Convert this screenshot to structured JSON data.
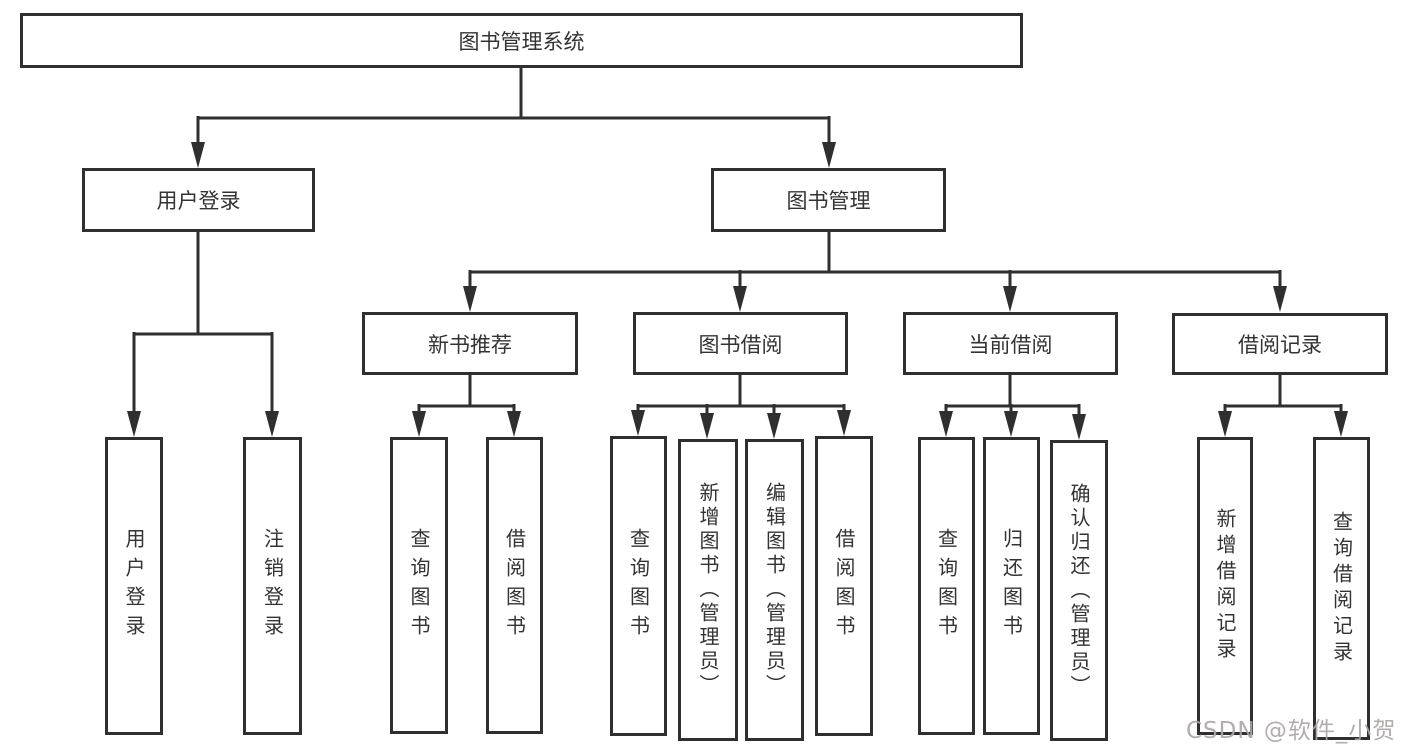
{
  "diagram": {
    "root": {
      "label": "图书管理系统"
    },
    "children": [
      {
        "label": "用户登录",
        "children": [
          {
            "label": "用户登录"
          },
          {
            "label": "注销登录"
          }
        ]
      },
      {
        "label": "图书管理",
        "children": [
          {
            "label": "新书推荐",
            "children": [
              {
                "label": "查询图书"
              },
              {
                "label": "借阅图书"
              }
            ]
          },
          {
            "label": "图书借阅",
            "children": [
              {
                "label": "查询图书"
              },
              {
                "label": "新增图书（管理员）"
              },
              {
                "label": "编辑图书（管理员）"
              },
              {
                "label": "借阅图书"
              }
            ]
          },
          {
            "label": "当前借阅",
            "children": [
              {
                "label": "查询图书"
              },
              {
                "label": "归还图书"
              },
              {
                "label": "确认归还（管理员）"
              }
            ]
          },
          {
            "label": "借阅记录",
            "children": [
              {
                "label": "新增借阅记录"
              },
              {
                "label": "查询借阅记录"
              }
            ]
          }
        ]
      }
    ]
  },
  "watermark": {
    "text": "CSDN @软件_小贺同学"
  },
  "colors": {
    "line": "#2f2f2f",
    "box_border": "#2f2f2f",
    "box_bg": "#ffffff",
    "text": "#333333",
    "page_bg": "#ffffff",
    "watermark": "#aca7a7"
  }
}
